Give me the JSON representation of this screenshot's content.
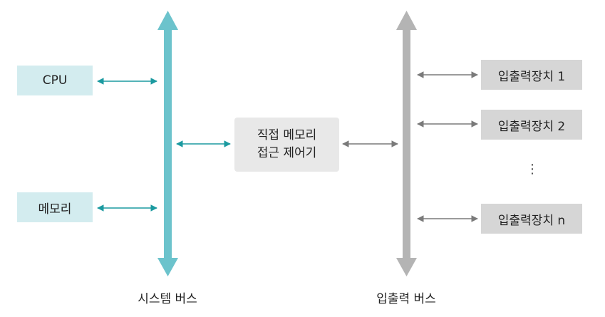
{
  "colors": {
    "teal_bus": "#6cc3cc",
    "teal_arrow": "#1b9aa0",
    "gray_bus": "#b4b4b4",
    "gray_arrow": "#7a7a7a",
    "teal_box": "#d3ecef",
    "gray_box": "#d6d6d6",
    "dma_box": "#e8e8e8"
  },
  "cpu": {
    "label": "CPU"
  },
  "memory": {
    "label": "메모리"
  },
  "dma": {
    "line1": "직접 메모리",
    "line2": "접근 제어기"
  },
  "devices": [
    {
      "label": "입출력장치 1"
    },
    {
      "label": "입출력장치 2"
    },
    {
      "label": "입출력장치 n"
    }
  ],
  "ellipsis": "⋮",
  "system_bus": {
    "label": "시스템 버스"
  },
  "io_bus": {
    "label": "입출력 버스"
  }
}
